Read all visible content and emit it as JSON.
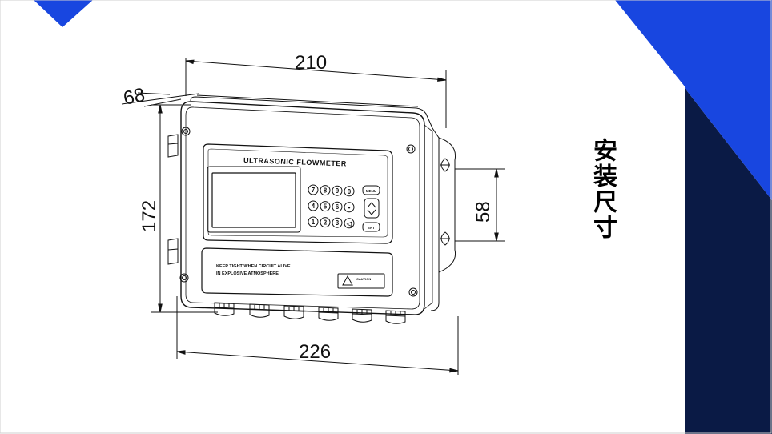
{
  "slide": {
    "title": "安装尺寸",
    "colors": {
      "accent_blue": "#1846e0",
      "navy": "#0a1a45",
      "line": "#111111"
    }
  },
  "drawing": {
    "dimensions": {
      "width_top": "210",
      "depth": "68",
      "height": "172",
      "mount_spacing": "58",
      "width_bottom": "226"
    },
    "panel_title": "ULTRASONIC FLOWMETER",
    "keypad": {
      "row1": [
        "7",
        "8",
        "9",
        "0"
      ],
      "row2": [
        "4",
        "5",
        "6",
        "•"
      ],
      "row3": [
        "1",
        "2",
        "3",
        "◁"
      ],
      "menu": "MENU",
      "ent": "ENT"
    },
    "warning_lines": [
      "KEEP TIGHT WHEN CIRCUIT ALIVE",
      "IN EXPLOSIVE ATMOSPHERE"
    ],
    "caution_label": "CAUTION"
  }
}
